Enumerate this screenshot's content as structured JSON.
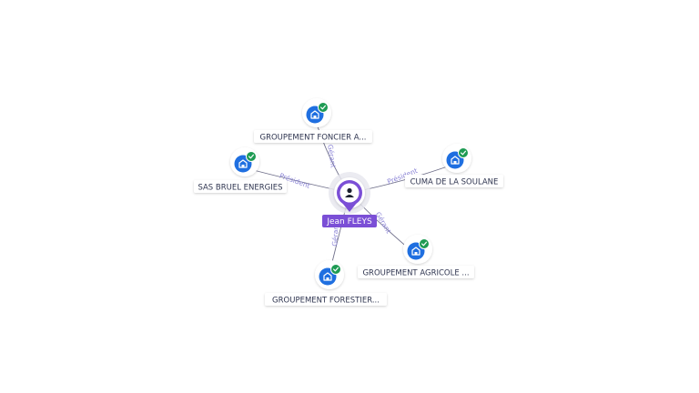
{
  "center": {
    "label": "Jean FLEYS",
    "icon": "person-icon",
    "color": "#7b4fd6"
  },
  "companies": [
    {
      "id": "groupement-foncier",
      "label": "GROUPEMENT FONCIER A...",
      "relation": "Gérant",
      "icon": "company-building-icon",
      "verified_icon": "check-badge-icon"
    },
    {
      "id": "sas-bruel-energies",
      "label": "SAS BRUEL ENERGIES",
      "relation": "Président",
      "icon": "company-building-icon",
      "verified_icon": "check-badge-icon"
    },
    {
      "id": "cuma-soulane",
      "label": "CUMA DE LA SOULANE",
      "relation": "Président",
      "icon": "company-building-icon",
      "verified_icon": "check-badge-icon"
    },
    {
      "id": "groupement-agricole",
      "label": "GROUPEMENT AGRICOLE ...",
      "relation": "Gérant",
      "icon": "company-building-icon",
      "verified_icon": "check-badge-icon"
    },
    {
      "id": "groupement-forestier",
      "label": "GROUPEMENT FORESTIER...",
      "relation": "Gérant",
      "icon": "company-building-icon",
      "verified_icon": "check-badge-icon"
    }
  ],
  "colors": {
    "company_icon": "#1f6fe0",
    "verified_badge": "#1e9b53",
    "edge": "#6f6f8a",
    "edge_label": "#8b84d6"
  }
}
